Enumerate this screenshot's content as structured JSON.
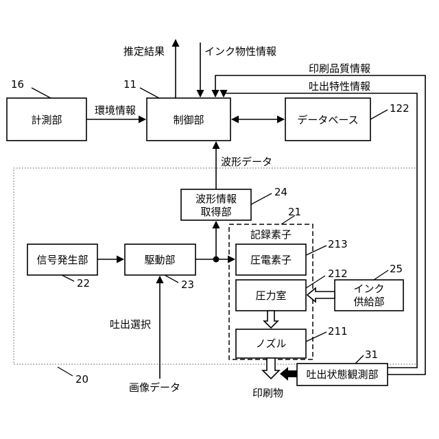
{
  "blocks": {
    "keisoku": "計測部",
    "seigyo": "制御部",
    "database": "データベース",
    "hakei_line1": "波形情報",
    "hakei_line2": "取得部",
    "kiroku": "記録素子",
    "shingo": "信号発生部",
    "kudo": "駆動部",
    "atsuden": "圧電素子",
    "atsuryoku": "圧力室",
    "nozzle": "ノズル",
    "ink_line1": "インク",
    "ink_line2": "供給部",
    "kansoku": "吐出状態観測部"
  },
  "signals": {
    "suitei": "推定結果",
    "ink_bussei": "インク物性情報",
    "insatsu_hinshitsu": "印刷品質情報",
    "toshutsu_tokusei": "吐出特性情報",
    "kankyo": "環境情報",
    "hakei_data": "波形データ",
    "toshutsu_sentaku": "吐出選択",
    "gazo_data": "画像データ",
    "insatsubutsu": "印刷物"
  },
  "refs": {
    "r16": "16",
    "r11": "11",
    "r122": "122",
    "r24": "24",
    "r21": "21",
    "r213": "213",
    "r212": "212",
    "r211": "211",
    "r25": "25",
    "r22": "22",
    "r23": "23",
    "r31": "31",
    "r20": "20"
  }
}
